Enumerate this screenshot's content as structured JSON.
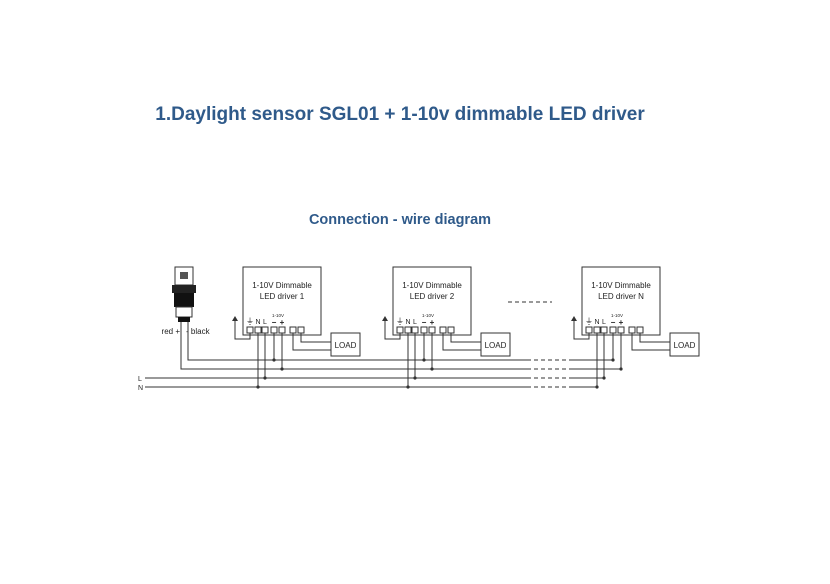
{
  "title": "1.Daylight sensor SGL01 + 1-10v dimmable LED driver",
  "subtitle": "Connection - wire diagram",
  "sensor": {
    "red_label": "red +",
    "black_label": "- black"
  },
  "drivers": [
    {
      "line1": "1-10V Dimmable",
      "line2": "LED driver 1",
      "n_label": "N",
      "l_label": "L",
      "dim_label": "1-10V",
      "minus": "−",
      "plus": "+",
      "load": "LOAD"
    },
    {
      "line1": "1-10V Dimmable",
      "line2": "LED driver 2",
      "n_label": "N",
      "l_label": "L",
      "dim_label": "1-10V",
      "minus": "−",
      "plus": "+",
      "load": "LOAD"
    },
    {
      "line1": "1-10V Dimmable",
      "line2": "LED driver N",
      "n_label": "N",
      "l_label": "L",
      "dim_label": "1-10V",
      "minus": "−",
      "plus": "+",
      "load": "LOAD"
    }
  ],
  "mains": {
    "l_label": "L",
    "n_label": "N"
  },
  "colors": {
    "heading": "#2f5a8a",
    "line": "#333333"
  }
}
